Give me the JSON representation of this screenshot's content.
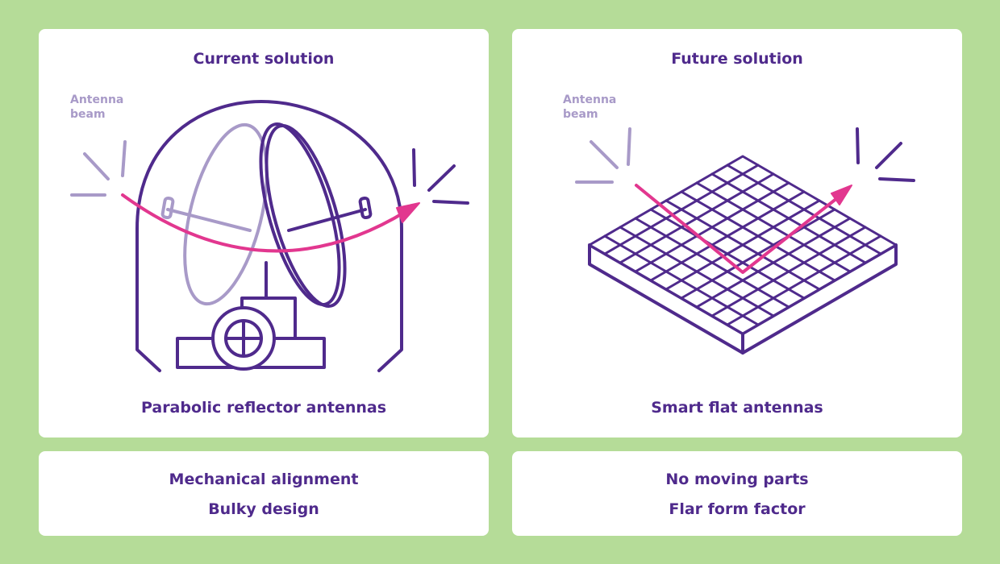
{
  "current": {
    "title": "Current solution",
    "beam_label": "Antenna beam",
    "caption": "Parabolic reflector antennas",
    "notes": [
      "Mechanical alignment",
      "Bulky design"
    ]
  },
  "future": {
    "title": "Future solution",
    "beam_label": "Antenna beam",
    "caption": "Smart flat antennas",
    "notes": [
      "No moving parts",
      "Flar form factor"
    ]
  },
  "colors": {
    "background": "#b5dc98",
    "primary": "#4f2a8c",
    "light": "#a89ac8",
    "beam": "#e2378f"
  }
}
